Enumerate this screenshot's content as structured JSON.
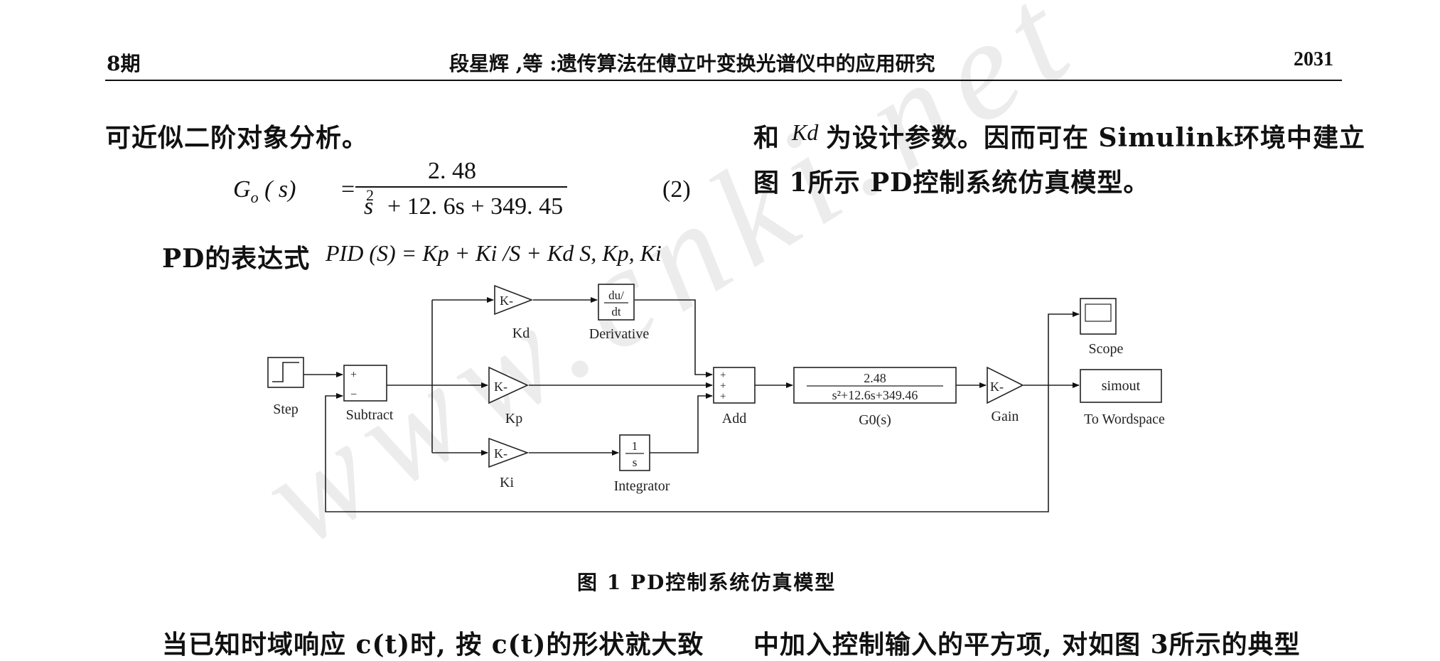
{
  "header": {
    "issue": "8期",
    "title": "段星辉 ,等 :遗传算法在傅立叶变换光谱仪中的应用研究",
    "page_number": "2031"
  },
  "left_column": {
    "line1": "可近似二阶对象分析。",
    "equation": {
      "lhs": "G",
      "lhs_sub": "o",
      "lhs_arg": "( s)",
      "eq": "=",
      "numerator": "2. 48",
      "den_s": "s",
      "den_exp": "2",
      "den_rest": "+ 12. 6s + 349. 45",
      "number": "(2)"
    },
    "pd_line_prefix": "PD的表达式",
    "pd_line_math": "PID (S) = Kp + Ki /S + Kd S, Kp, Ki"
  },
  "right_column": {
    "line1_a": "和",
    "line1_math": "Kd",
    "line1_b": "为设计参数。因而可在 Simulink环境中建立",
    "line2": "图 1所示 PD控制系统仿真模型。"
  },
  "diagram": {
    "blocks": {
      "step": "Step",
      "subtract": "Subtract",
      "kd": "Kd",
      "kp": "Kp",
      "ki": "Ki",
      "gain_symbol": "K-",
      "derivative_num": "du/",
      "derivative_den": "dt",
      "derivative": "Derivative",
      "integrator_num": "1",
      "integrator_den": "s",
      "integrator": "Integrator",
      "add": "Add",
      "g0_num": "2.48",
      "g0_den": "s²+12.6s+349.46",
      "g0": "G0(s)",
      "gain": "Gain",
      "scope": "Scope",
      "simout": "simout",
      "to_workspace": "To Wordspace",
      "plus": "+",
      "minus": "−"
    }
  },
  "caption": "图 1 PD控制系统仿真模型",
  "bottom": {
    "left": "当已知时域响应 c(t)时, 按 c(t)的形状就大致",
    "right": "中加入控制输入的平方项, 对如图 3所示的典型"
  },
  "watermark": "www.cnki.net"
}
